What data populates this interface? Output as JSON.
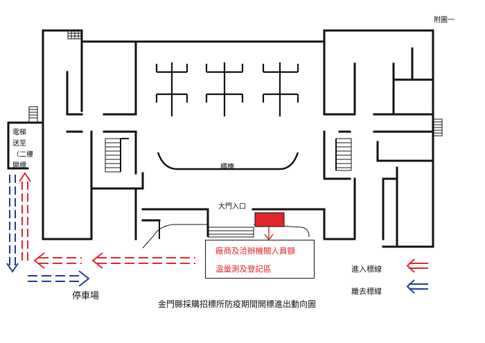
{
  "labels": {
    "appendix": "附圖一",
    "elevator_lines": [
      "電梯",
      "送至",
      "（二樓",
      "開標"
    ],
    "counter": "櫃檯",
    "main_entrance": "大門入口",
    "registration_line1": "廠商及洽辦機關人員額",
    "registration_line2": "溫量測及登記區",
    "parking": "停車場",
    "title": "金門縣採購招標所防疫期間開標進出動向圖",
    "legend_enter": "進入標線",
    "legend_exit": "離去標線"
  },
  "colors": {
    "wall": "#111111",
    "enter_arrow": "#e0262b",
    "exit_arrow": "#1f3a93",
    "registration_desk": "#e0262b",
    "registration_text": "#e0262b"
  }
}
